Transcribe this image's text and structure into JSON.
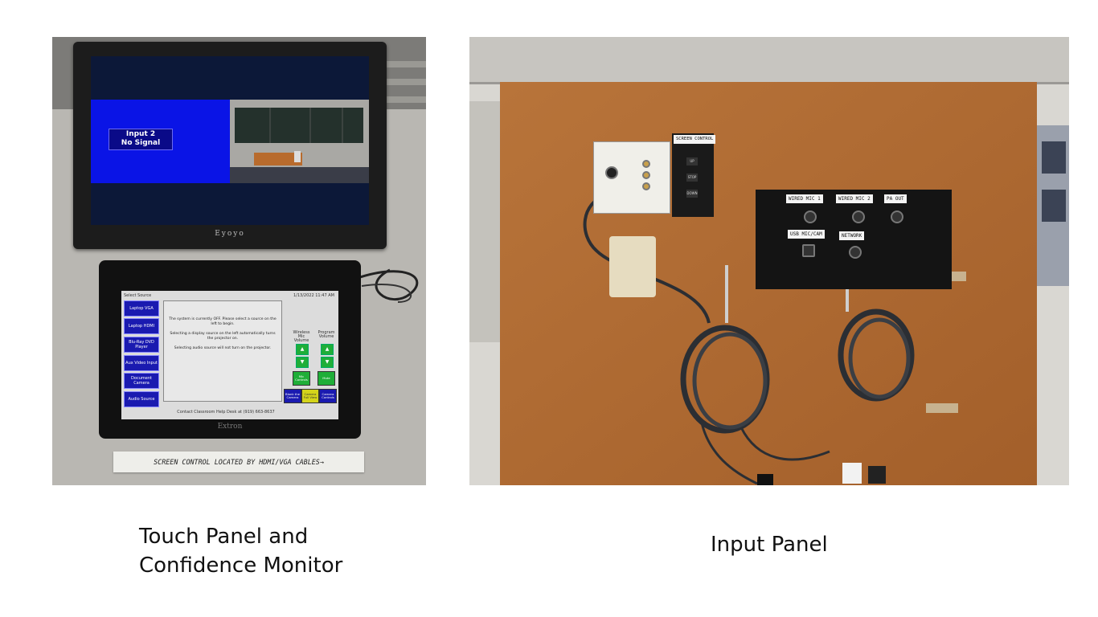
{
  "captions": {
    "left": "Touch Panel and Confidence Monitor",
    "right": "Input Panel"
  },
  "confidence_monitor": {
    "brand": "Eyoyo",
    "signal_line1": "Input 2",
    "signal_line2": "No Signal"
  },
  "touch_panel": {
    "brand": "Extron",
    "select_source": "Select Source",
    "datetime": "1/13/2022 11:47 AM",
    "sources": [
      "Laptop VGA",
      "Laptop HDMI",
      "Blu-Ray DVD Player",
      "Aux Video Input",
      "Document Camera",
      "Audio Source"
    ],
    "message_1": "The system is currently OFF. Please select a source on the left to begin.",
    "message_2": "Selecting a display source on the left automatically turns the projector on.",
    "message_3": "Selecting audio source will not turn on the projector.",
    "wireless_mic_volume": "Wireless Mic Volume",
    "program_volume": "Program Volume",
    "mic_controls": "Mic Controls",
    "mute": "Mute",
    "blank_camera": "Blank the Camera",
    "camera_full_view": "Camera Full View",
    "camera_controls": "Camera Controls",
    "help_desk": "Contact Classroom Help Desk at (919) 663-8637"
  },
  "label_strip": "SCREEN CONTROL LOCATED BY HDMI/VGA CABLES→",
  "input_panel": {
    "screen_control": "SCREEN CONTROL",
    "up": "UP",
    "stop": "STOP",
    "down": "DOWN",
    "wired_mic_1": "WIRED MIC 1",
    "wired_mic_2": "WIRED MIC 2",
    "pa_out": "PA OUT",
    "usb_mic_cam": "USB MIC/CAM",
    "network": "NETWORK"
  }
}
